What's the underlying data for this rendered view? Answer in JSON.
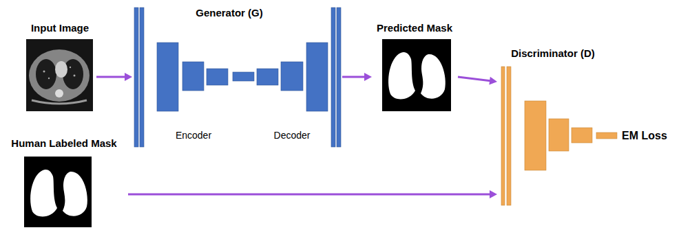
{
  "diagram": {
    "nodes": [
      {
        "text": [
          "Input Image"
        ]
      },
      {
        "text": [
          "Generator (G)",
          "Encoder",
          "Decoder"
        ]
      },
      {
        "text": [
          "Predicted Mask"
        ]
      },
      {
        "text": [
          "Discriminator (D)",
          "EM Loss"
        ]
      },
      {
        "text": [
          "Human Labeled Mask"
        ]
      }
    ],
    "edges": [
      {
        "from": 0,
        "to": 1,
        "arrow": "to"
      },
      {
        "from": 1,
        "to": 2,
        "arrow": "to"
      },
      {
        "from": 2,
        "to": 3,
        "arrow": "to"
      },
      {
        "from": 4,
        "to": 3,
        "arrow": "to"
      }
    ]
  }
}
